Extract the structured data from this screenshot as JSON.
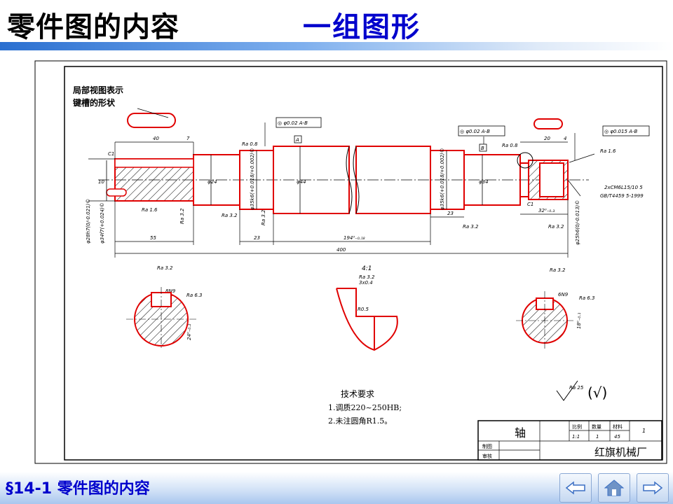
{
  "header": {
    "title": "零件图的内容",
    "subtitle": "一组图形"
  },
  "footer": {
    "section_label": "§14-1 零件图的内容"
  },
  "nav": {
    "prev_icon": "left-arrow-icon",
    "home_icon": "home-icon",
    "next_icon": "right-arrow-icon"
  },
  "drawing": {
    "callout_note_line1": "局部视图表示",
    "callout_note_line2": "键槽的形状",
    "tol1": "◎ φ0.02 A-B",
    "tol2": "◎ φ0.02 A-B",
    "tol3": "◎ φ0.015 A-B",
    "datum_a": "A",
    "datum_b": "B",
    "c1_left": "C1",
    "c1_right": "C1",
    "dim_40": "40",
    "dim_7": "7",
    "dim_20": "20",
    "dim_4": "4",
    "dim_10": "10",
    "dim_55": "55",
    "dim_23a": "23",
    "dim_23b": "23",
    "dim_194": "194⁰₋₀.₁₈",
    "dim_400": "400",
    "dim_32": "32⁰₋₀.₃",
    "dia_24": "φ24",
    "dia_44": "φ44",
    "dia_34": "φ34",
    "dia_35k6_l": "φ35k6(+0.018/+0.002)©",
    "dia_35k6_r": "φ35k6(+0.018/+0.002)©",
    "dia_28h7": "φ28h7(0/-0.021)©",
    "dia_34f": "φ34f7(+0.024)©",
    "dia_25h6": "φ25h6(0/-0.013)©",
    "ra08_a": "Ra 0.8",
    "ra08_b": "Ra 0.8",
    "ra16_a": "Ra 1.6",
    "ra16_b": "Ra 1.6",
    "ra32_1": "Ra 3.2",
    "ra32_2": "Ra 3.2",
    "ra32_3": "Ra 3.2",
    "ra32_4": "Ra 3.2",
    "ra32_5": "Ra 3.2",
    "ra32_6": "Ra 3.2",
    "ra32_7": "Ra 3.2",
    "ra32_8": "Ra 3.2",
    "ra63_a": "Ra 6.3",
    "ra63_b": "Ra 6.3",
    "ra25": "Ra 25",
    "ra25_check": "(√)",
    "spline": "2xCM6L15/10 5",
    "spline_std": "GB/T4459 5-1999",
    "detail_label": "4:1",
    "detail_3x04": "3x0.4",
    "detail_r05": "R0.5",
    "sec_8n9": "8N9",
    "sec_6n9": "6N9",
    "sec_24": "24⁰₋₀.₂",
    "sec_18": "18⁰₋₀.₁",
    "notes_title": "技术要求",
    "note1": "1.调质220~250HB;",
    "note2": "2.未注圆角R1.5。",
    "tb_part": "轴",
    "tb_h1": "比例",
    "tb_h2": "数量",
    "tb_h3": "材料",
    "tb_no": "1",
    "tb_v1": "1:1",
    "tb_v2": "1",
    "tb_v3": "45",
    "tb_draw": "制图",
    "tb_check": "审核",
    "tb_factory": "红旗机械厂"
  }
}
